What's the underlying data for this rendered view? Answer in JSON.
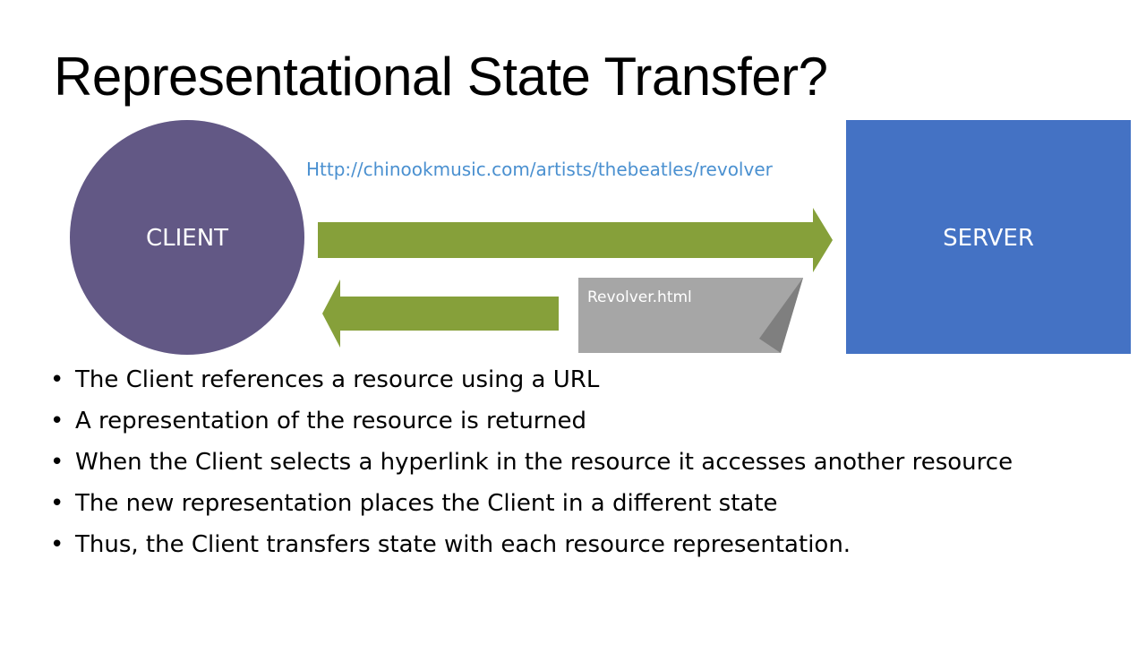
{
  "title": "Representational State Transfer?",
  "diagram": {
    "client_label": "CLIENT",
    "server_label": "SERVER",
    "request_url": "Http://chinookmusic.com/artists/thebeatles/revolver",
    "response_document": "Revolver.html",
    "colors": {
      "client": "#625885",
      "server": "#4472c4",
      "arrow": "#86a03a",
      "document": "#a6a6a6",
      "document_fold": "#7f7f7f",
      "url": "#4a90d0"
    }
  },
  "bullets": [
    "The Client references a resource using a URL",
    "A representation of the resource is returned",
    "When the Client selects a hyperlink in the resource it accesses another resource",
    "The new representation places the Client in a different state",
    "Thus, the Client transfers state with each resource representation."
  ]
}
